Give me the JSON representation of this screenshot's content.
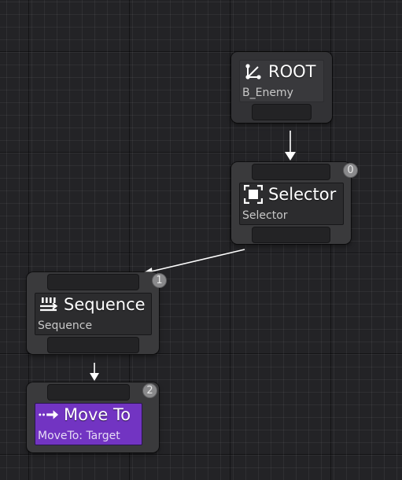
{
  "graph": {
    "nodes": [
      {
        "id": "root",
        "title": "ROOT",
        "subtitle": "B_Enemy",
        "icon": "root-branch-icon",
        "order": ""
      },
      {
        "id": "selector",
        "title": "Selector",
        "subtitle": "Selector",
        "icon": "selector-icon",
        "order": "0"
      },
      {
        "id": "sequence",
        "title": "Sequence",
        "subtitle": "Sequence",
        "icon": "sequence-icon",
        "order": "1"
      },
      {
        "id": "moveto",
        "title": "Move To",
        "subtitle": "MoveTo: Target",
        "icon": "move-to-arrow-icon",
        "order": "2"
      }
    ],
    "connections": [
      {
        "from": "root",
        "to": "selector"
      },
      {
        "from": "selector",
        "to": "sequence"
      },
      {
        "from": "sequence",
        "to": "moveto"
      }
    ],
    "colors": {
      "background": "#232326",
      "node": "#3a3a3c",
      "task_node": "#7234c2",
      "wire": "#ffffff"
    }
  }
}
